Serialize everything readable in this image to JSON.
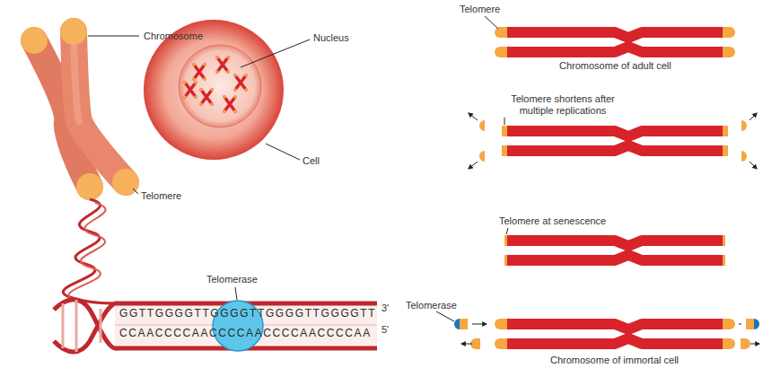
{
  "diagram": {
    "labels": [
      "Chromosome",
      "Nucleus",
      "Cell",
      "Telomere",
      "Telomerase",
      "GGTTGGGGTTGGGGTTGGGGTTGGGGTT",
      "CCAACCCCAACCCCAACCCCAACCCCAA",
      "3'",
      "5'",
      "Telomere",
      "Chromosome of adult cell",
      "Telomere shortens after multiple replications",
      "Telomere at senescence",
      "Telomerase",
      "Chromosome of immortal cell"
    ]
  }
}
